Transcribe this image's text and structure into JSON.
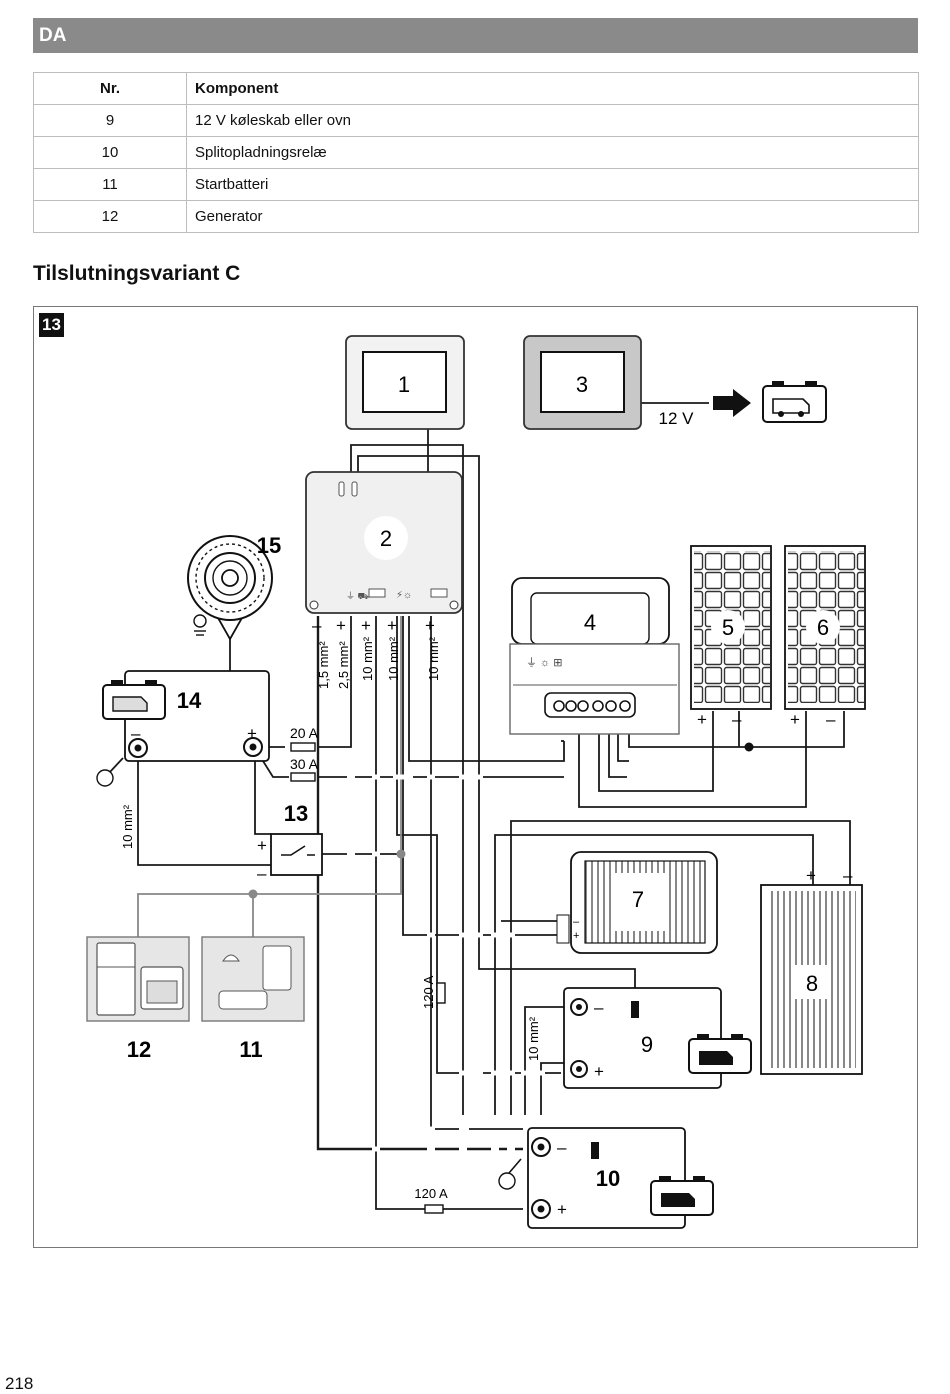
{
  "header": {
    "language": "DA"
  },
  "table": {
    "headers": [
      "Nr.",
      "Komponent"
    ],
    "rows": [
      {
        "nr": "9",
        "komponent": "12 V køleskab eller ovn"
      },
      {
        "nr": "10",
        "komponent": "Splitopladningsrelæ"
      },
      {
        "nr": "11",
        "komponent": "Startbatteri"
      },
      {
        "nr": "12",
        "komponent": "Generator"
      }
    ]
  },
  "section": {
    "title": "Tilslutningsvariant C"
  },
  "figure": {
    "number": "13",
    "labels": {
      "c1": "1",
      "c2": "2",
      "c3": "3",
      "c4": "4",
      "c5": "5",
      "c6": "6",
      "c7": "7",
      "c8": "8",
      "c9": "9",
      "c10": "10",
      "c11": "11",
      "c12": "12",
      "c13": "13",
      "c14": "14",
      "c15": "15"
    },
    "voltage": "12 V",
    "fuses": {
      "f20": "20 A",
      "f30": "30 A",
      "f120v": "120 A",
      "f120h": "120 A"
    },
    "cables": {
      "w1": "1,5 mm²",
      "w2": "2,5 mm²",
      "w3": "10 mm²",
      "w4": "10 mm²",
      "w5": "10 mm²",
      "w6": "10 mm²",
      "w7": "10 mm²"
    },
    "plus": "+",
    "minus": "–"
  },
  "page": {
    "number": "218"
  }
}
